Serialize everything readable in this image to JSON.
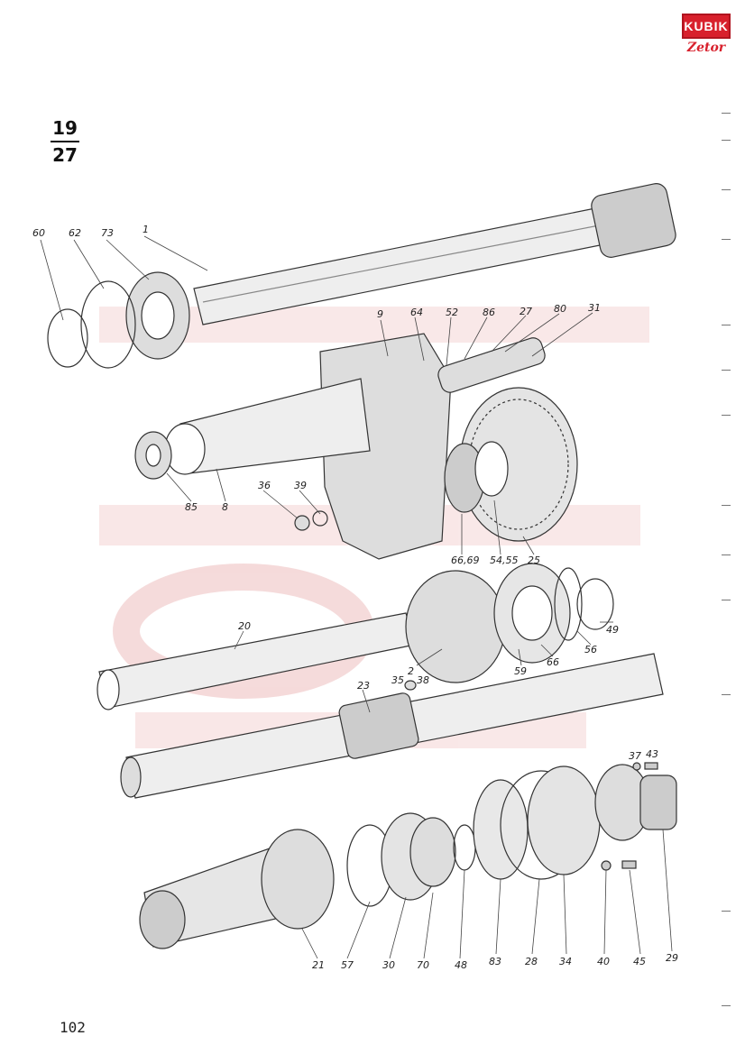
{
  "logo": {
    "top_text": "KUBIK",
    "bottom_text": "Zetor"
  },
  "figure": {
    "numerator": "19",
    "denominator": "27"
  },
  "page_number": "102",
  "callouts": [
    "60",
    "62",
    "73",
    "1",
    "9",
    "64",
    "52",
    "86",
    "27",
    "80",
    "31",
    "85",
    "8",
    "36",
    "39",
    "66,69",
    "54,55",
    "25",
    "20",
    "49",
    "56",
    "66",
    "59",
    "2",
    "35",
    "38",
    "23",
    "37",
    "43",
    "21",
    "57",
    "30",
    "70",
    "48",
    "83",
    "28",
    "34",
    "40",
    "45",
    "29"
  ],
  "colors": {
    "brand_red": "#d8202c",
    "ink": "#333333",
    "watermark": "#f6dcdc"
  }
}
